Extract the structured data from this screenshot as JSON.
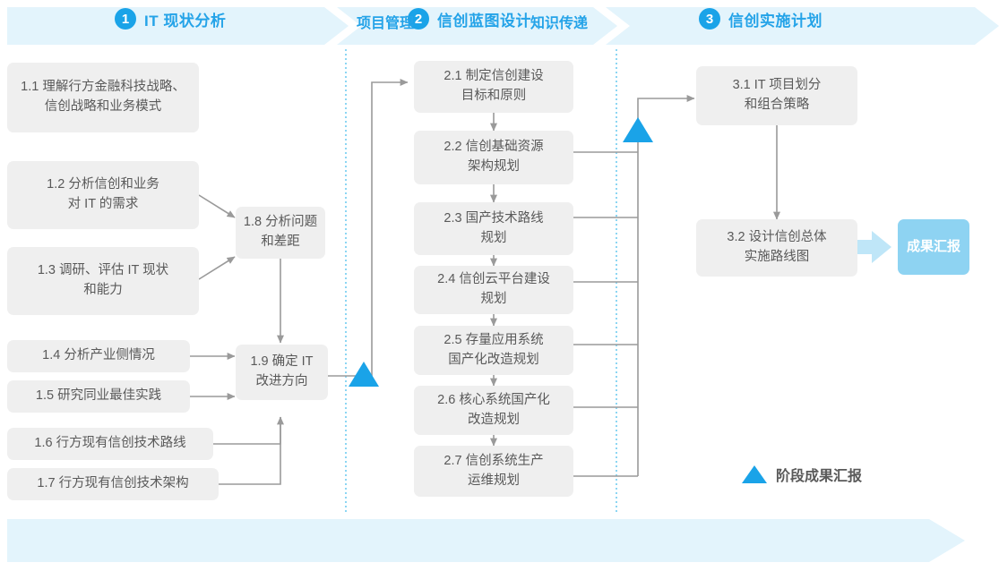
{
  "header": {
    "phases": [
      {
        "num": "1",
        "title": "IT 现状分析"
      },
      {
        "num": "2",
        "title": "信创蓝图设计"
      },
      {
        "num": "3",
        "title": "信创实施计划"
      }
    ]
  },
  "phase1": {
    "nodes": [
      {
        "id": "1.1",
        "line1": "1.1 理解行方金融科技战略、",
        "line2": "信创战略和业务模式"
      },
      {
        "id": "1.2",
        "line1": "1.2 分析信创和业务",
        "line2": "对 IT 的需求"
      },
      {
        "id": "1.3",
        "line1": "1.3 调研、评估 IT 现状",
        "line2": "和能力"
      },
      {
        "id": "1.4",
        "line1": "1.4 分析产业侧情况",
        "line2": ""
      },
      {
        "id": "1.5",
        "line1": "1.5 研究同业最佳实践",
        "line2": ""
      },
      {
        "id": "1.6",
        "line1": "1.6 行方现有信创技术路线",
        "line2": ""
      },
      {
        "id": "1.7",
        "line1": "1.7 行方现有信创技术架构",
        "line2": ""
      },
      {
        "id": "1.8",
        "line1": "1.8 分析问题",
        "line2": "和差距"
      },
      {
        "id": "1.9",
        "line1": "1.9 确定 IT",
        "line2": "改进方向"
      }
    ]
  },
  "phase2": {
    "nodes": [
      {
        "id": "2.1",
        "line1": "2.1 制定信创建设",
        "line2": "目标和原则"
      },
      {
        "id": "2.2",
        "line1": "2.2 信创基础资源",
        "line2": "架构规划"
      },
      {
        "id": "2.3",
        "line1": "2.3 国产技术路线",
        "line2": "规划"
      },
      {
        "id": "2.4",
        "line1": "2.4 信创云平台建设",
        "line2": "规划"
      },
      {
        "id": "2.5",
        "line1": "2.5 存量应用系统",
        "line2": "国产化改造规划"
      },
      {
        "id": "2.6",
        "line1": "2.6 核心系统国产化",
        "line2": "改造规划"
      },
      {
        "id": "2.7",
        "line1": "2.7 信创系统生产",
        "line2": "运维规划"
      }
    ]
  },
  "phase3": {
    "nodes": [
      {
        "id": "3.1",
        "line1": "3.1 IT 项目划分",
        "line2": "和组合策略"
      },
      {
        "id": "3.2",
        "line1": "3.2 设计信创总体",
        "line2": "实施路线图"
      }
    ],
    "badge": {
      "line1": "成果",
      "line2": "汇报"
    }
  },
  "legend": {
    "label": "阶段成果汇报",
    "marker": "triangle-up-icon"
  },
  "footer": {
    "labels": [
      "项目管理",
      "知识传递"
    ]
  },
  "colors": {
    "band": "#e3f4fc",
    "accent": "#1aa3e8",
    "accent_text": "#24a3e8",
    "node_bg": "#efefef",
    "node_text": "#595959",
    "badge_bg": "#8ed3f2",
    "wire": "#9a9a9a",
    "divider": "#5cc4ee",
    "fat_arrow": "#bfe6f8"
  }
}
